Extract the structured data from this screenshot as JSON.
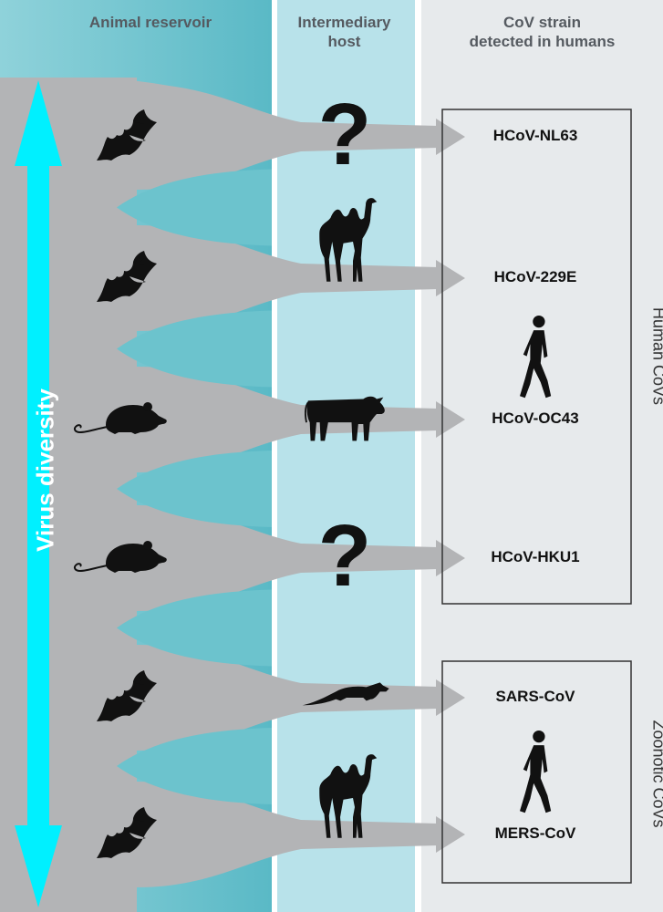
{
  "headers": {
    "reservoir": "Animal reservoir",
    "intermediate": "Intermediary\nhost",
    "strain": "CoV strain\ndetected in humans"
  },
  "axis_label": "Virus diversity",
  "groups": {
    "human": "Human CoVs",
    "zoonotic": "Zoonotic CoVs"
  },
  "unknown_host_symbol": "?",
  "rows": [
    {
      "reservoir": "bat-icon",
      "host": "question-mark",
      "strain": "HCoV-NL63"
    },
    {
      "reservoir": "bat-icon",
      "host": "camel-icon",
      "strain": "HCoV-229E"
    },
    {
      "reservoir": "rodent-icon",
      "host": "cattle-icon",
      "strain": "HCoV-OC43"
    },
    {
      "reservoir": "rodent-icon",
      "host": "question-mark",
      "strain": "HCoV-HKU1"
    },
    {
      "reservoir": "bat-icon",
      "host": "civet-icon",
      "strain": "SARS-CoV"
    },
    {
      "reservoir": "bat-icon",
      "host": "camel-icon",
      "strain": "MERS-CoV"
    }
  ],
  "colors": {
    "reservoir_bg": "#5fbcc8",
    "host_bg": "#b8e2ea",
    "strain_bg": "#e7eaec",
    "flow_gray": "#b3b4b6",
    "diversity_arrow": "#00f0ff",
    "silhouette": "#111111"
  }
}
